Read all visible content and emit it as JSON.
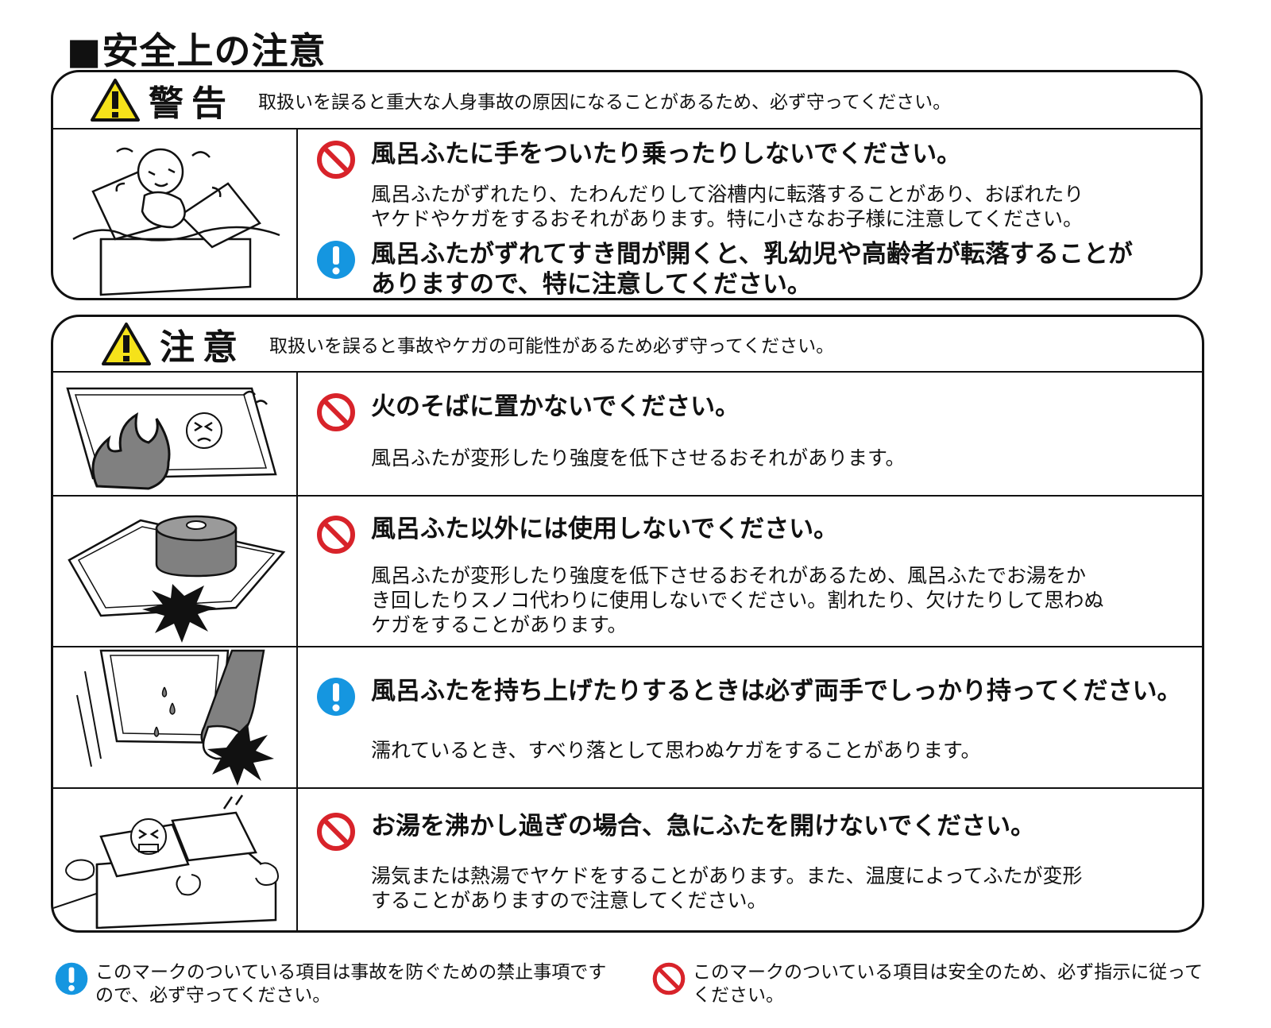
{
  "page_title": "■安全上の注意",
  "warning": {
    "label": "警告",
    "description": "取扱いを誤ると重大な人身事故の原因になることがあるため、必ず守ってください。",
    "items": [
      {
        "icon": "prohibition-icon",
        "title": "風呂ふたに手をついたり乗ったりしないでください。",
        "body_lines": [
          "風呂ふたがずれたり、たわんだりして浴槽内に転落することがあり、おぼれたり",
          "ヤケドやケガをするおそれがあります。特に小さなお子様に注意してください。"
        ]
      },
      {
        "icon": "mandatory-icon",
        "title_lines": [
          "風呂ふたがずれてすき間が開くと、乳幼児や高齢者が転落することが",
          "ありますので、特に注意してください。"
        ]
      }
    ]
  },
  "caution": {
    "label": "注意",
    "description": "取扱いを誤ると事故やケガの可能性があるため必ず守ってください。",
    "items": [
      {
        "icon": "prohibition-icon",
        "title": "火のそばに置かないでください。",
        "body_lines": [
          "風呂ふたが変形したり強度を低下させるおそれがあります。"
        ]
      },
      {
        "icon": "prohibition-icon",
        "title": "風呂ふた以外には使用しないでください。",
        "body_lines": [
          "風呂ふたが変形したり強度を低下させるおそれがあるため、風呂ふたでお湯をか",
          "き回したりスノコ代わりに使用しないでください。割れたり、欠けたりして思わぬ",
          "ケガをすることがあります。"
        ]
      },
      {
        "icon": "mandatory-icon",
        "title": "風呂ふたを持ち上げたりするときは必ず両手でしっかり持ってください。",
        "body_lines": [
          "濡れているとき、すべり落として思わぬケガをすることがあります。"
        ]
      },
      {
        "icon": "prohibition-icon",
        "title": "お湯を沸かし過ぎの場合、急にふたを開けないでください。",
        "body_lines": [
          "湯気または熱湯でヤケドをすることがあります。また、温度によってふたが変形",
          "することがありますので注意してください。"
        ]
      }
    ]
  },
  "legend": {
    "mandatory": {
      "icon": "mandatory-icon",
      "lines": [
        "このマークのついている項目は事故を防ぐための禁止事項です",
        "ので、必ず守ってください。"
      ]
    },
    "prohibition": {
      "icon": "prohibition-icon",
      "lines": [
        "このマークのついている項目は安全のため、必ず指示に従って",
        "ください。"
      ]
    }
  },
  "colors": {
    "prohibition": "#d8232a",
    "mandatory": "#1596e0",
    "warning_triangle": "#f5e21a",
    "fill_gray": "#808080"
  }
}
